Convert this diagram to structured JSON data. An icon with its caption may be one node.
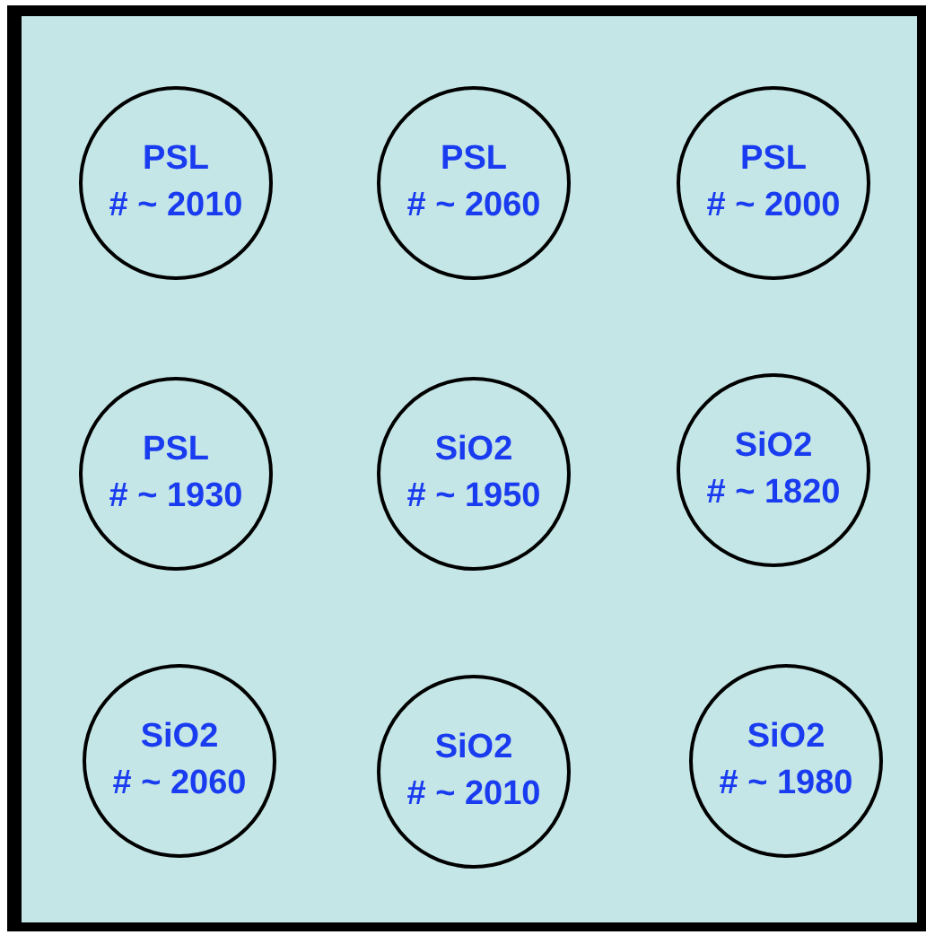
{
  "diagram": {
    "nodes": [
      {
        "text": [
          "PSL",
          "# ~ 2010"
        ]
      },
      {
        "text": [
          "PSL",
          "# ~ 2060"
        ]
      },
      {
        "text": [
          "PSL",
          "# ~ 2000"
        ]
      },
      {
        "text": [
          "PSL",
          "# ~ 1930"
        ]
      },
      {
        "text": [
          "SiO2",
          "# ~ 1950"
        ]
      },
      {
        "text": [
          "SiO2",
          "# ~ 1820"
        ]
      },
      {
        "text": [
          "SiO2",
          "# ~ 2060"
        ]
      },
      {
        "text": [
          "SiO2",
          "# ~ 2010"
        ]
      },
      {
        "text": [
          "SiO2",
          "# ~ 1980"
        ]
      }
    ]
  }
}
